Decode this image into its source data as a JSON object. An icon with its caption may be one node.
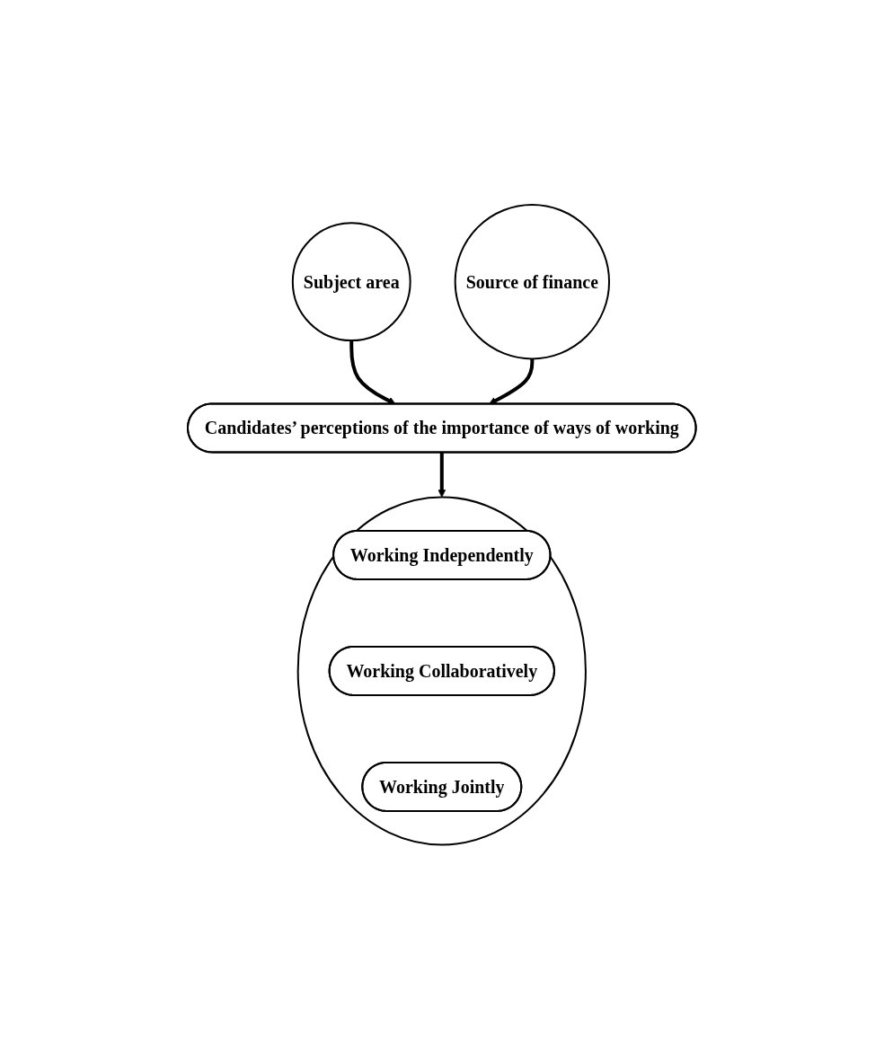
{
  "diagram": {
    "nodes": [
      {
        "text": [
          "Subject area"
        ]
      },
      {
        "text": [
          "Candidates’ perceptions of the importance of ways of working"
        ]
      },
      {
        "text": [
          "Source of finance"
        ]
      },
      {
        "text": [],
        "shape": "circle"
      },
      {
        "text": [
          "Working Independently"
        ],
        "in": 3
      },
      {
        "text": [
          "Working Collaboratively"
        ],
        "in": 3
      },
      {
        "text": [
          "Working Jointly"
        ],
        "in": 3
      }
    ],
    "edges": [
      {
        "from": 0,
        "to": 1,
        "arrow": "to"
      },
      {
        "from": 2,
        "to": 1,
        "arrow": "to"
      },
      {
        "from": 1,
        "to": 3,
        "arrow": "to"
      }
    ]
  }
}
